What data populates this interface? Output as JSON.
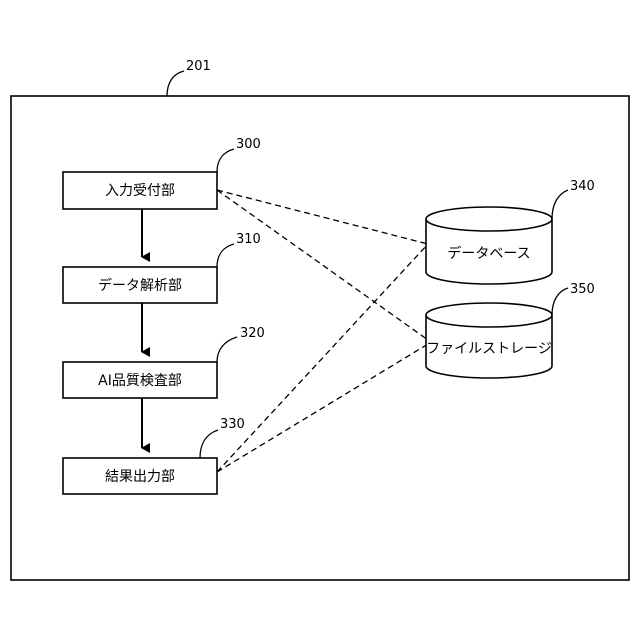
{
  "frame": {
    "ref": "201"
  },
  "boxes": [
    {
      "id": "input",
      "label": "入力受付部",
      "ref": "300"
    },
    {
      "id": "analysis",
      "label": "データ解析部",
      "ref": "310"
    },
    {
      "id": "ai_check",
      "label": "AI品質検査部",
      "ref": "320"
    },
    {
      "id": "output",
      "label": "結果出力部",
      "ref": "330"
    }
  ],
  "stores": [
    {
      "id": "database",
      "label": "データベース",
      "ref": "340"
    },
    {
      "id": "file_storage",
      "label": "ファイルストレージ",
      "ref": "350"
    }
  ],
  "connections": {
    "solid_arrows": [
      {
        "from": "input",
        "to": "analysis"
      },
      {
        "from": "analysis",
        "to": "ai_check"
      },
      {
        "from": "ai_check",
        "to": "output"
      }
    ],
    "dashed_lines": [
      {
        "from": "input",
        "to": "database"
      },
      {
        "from": "input",
        "to": "file_storage"
      },
      {
        "from": "output",
        "to": "database"
      },
      {
        "from": "output",
        "to": "file_storage"
      }
    ]
  }
}
